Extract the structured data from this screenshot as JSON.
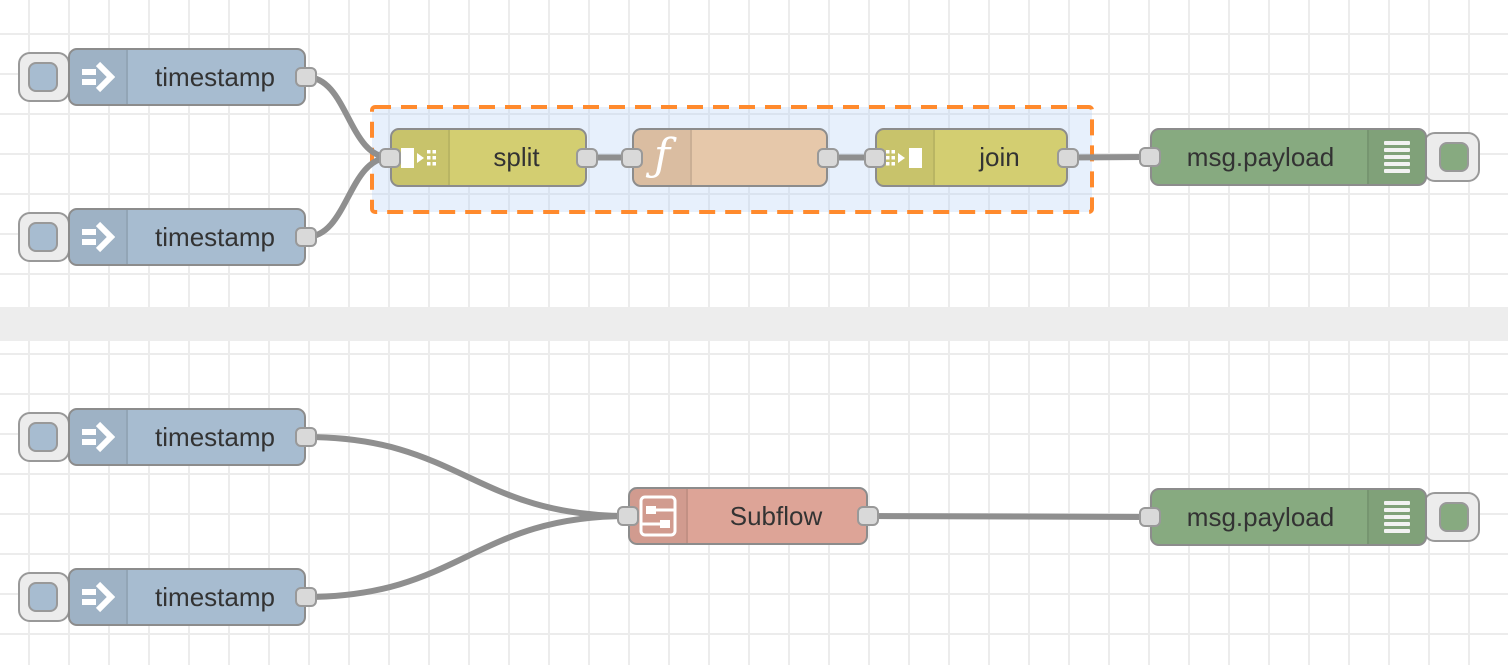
{
  "workspace": {
    "app": "Node-RED flow editor canvas",
    "grid_color": "#ececec",
    "divider_band_color": "#ededed"
  },
  "colors": {
    "inject": "#a7bcd0",
    "split_join": "#d3ce71",
    "function": "#e6c8aa",
    "subflow": "#dda497",
    "debug": "#87aa80",
    "wire": "#8f8f8f",
    "group_border": "#ff8a2d",
    "group_fill": "#e8f1fc"
  },
  "group": {
    "selected": true,
    "contains": [
      "split",
      "function",
      "join"
    ]
  },
  "nodes": {
    "inject_top_1": {
      "type": "inject",
      "label": "timestamp"
    },
    "inject_top_2": {
      "type": "inject",
      "label": "timestamp"
    },
    "split": {
      "type": "split",
      "label": "split"
    },
    "function": {
      "type": "function",
      "label": ""
    },
    "join": {
      "type": "join",
      "label": "join"
    },
    "debug_top": {
      "type": "debug",
      "label": "msg.payload"
    },
    "inject_bot_1": {
      "type": "inject",
      "label": "timestamp"
    },
    "inject_bot_2": {
      "type": "inject",
      "label": "timestamp"
    },
    "subflow": {
      "type": "subflow",
      "label": "Subflow"
    },
    "debug_bot": {
      "type": "debug",
      "label": "msg.payload"
    }
  },
  "icons": {
    "inject": "inject-arrow-icon",
    "split": "split-icon",
    "join": "join-icon",
    "function": "function-f-icon",
    "subflow": "subflow-icon",
    "debug": "debug-list-icon"
  }
}
